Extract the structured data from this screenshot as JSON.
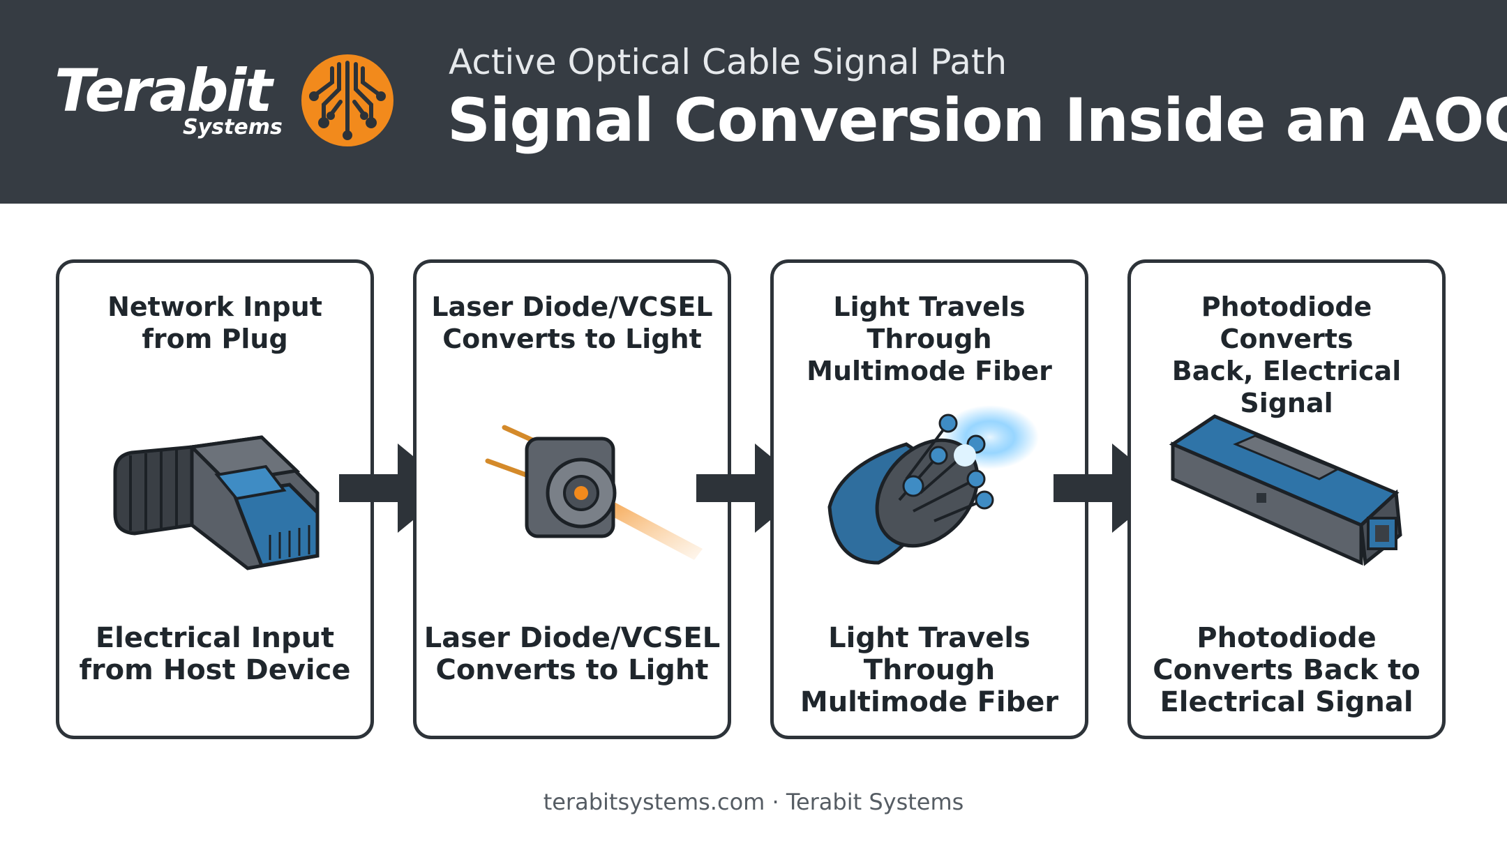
{
  "brand": {
    "name": "Terabit",
    "tagline": "Systems",
    "accent_color": "#f28a1c",
    "icon": "circuit-brain-icon"
  },
  "header": {
    "supertitle": "Active Optical Cable Signal Path",
    "title": "Signal Conversion Inside an AOC",
    "background": "#363c43"
  },
  "steps": [
    {
      "title": "Network Input\nfrom Plug",
      "caption": "Electrical Input\nfrom Host Device",
      "icon": "rj45-plug-icon"
    },
    {
      "title": "Laser Diode/VCSEL\nConverts to Light",
      "caption": "Laser Diode/VCSEL\nConverts to Light",
      "icon": "laser-diode-icon"
    },
    {
      "title": "Light Travels Through\nMultimode Fiber",
      "caption": "Light Travels\nThrough\nMultimode Fiber",
      "icon": "fiber-bundle-icon"
    },
    {
      "title": "Photodiode Converts\nBack, Electrical Signal",
      "caption": "Photodiode\nConverts Back to\nElectrical Signal",
      "icon": "sfp-transceiver-icon"
    }
  ],
  "arrows": [
    {
      "icon": "arrow-right-icon",
      "tip_color": "#f28a1c"
    },
    {
      "icon": "arrow-right-icon",
      "tip_color": "#f28a1c"
    },
    {
      "icon": "arrow-right-icon",
      "tip_color": "#2a6fa3"
    }
  ],
  "footer": {
    "text": "terabitsystems.com · Terabit Systems"
  }
}
